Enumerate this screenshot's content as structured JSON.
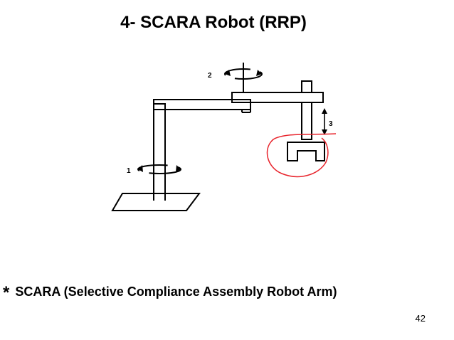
{
  "slide": {
    "title": "4- SCARA Robot (RRP)",
    "caption_bullet": "*",
    "caption": "SCARA (Selective Compliance Assembly Robot Arm)",
    "page_number": "42"
  },
  "diagram": {
    "joint_labels": [
      "1",
      "2",
      "3"
    ],
    "annotation_color": "#e8242c"
  }
}
